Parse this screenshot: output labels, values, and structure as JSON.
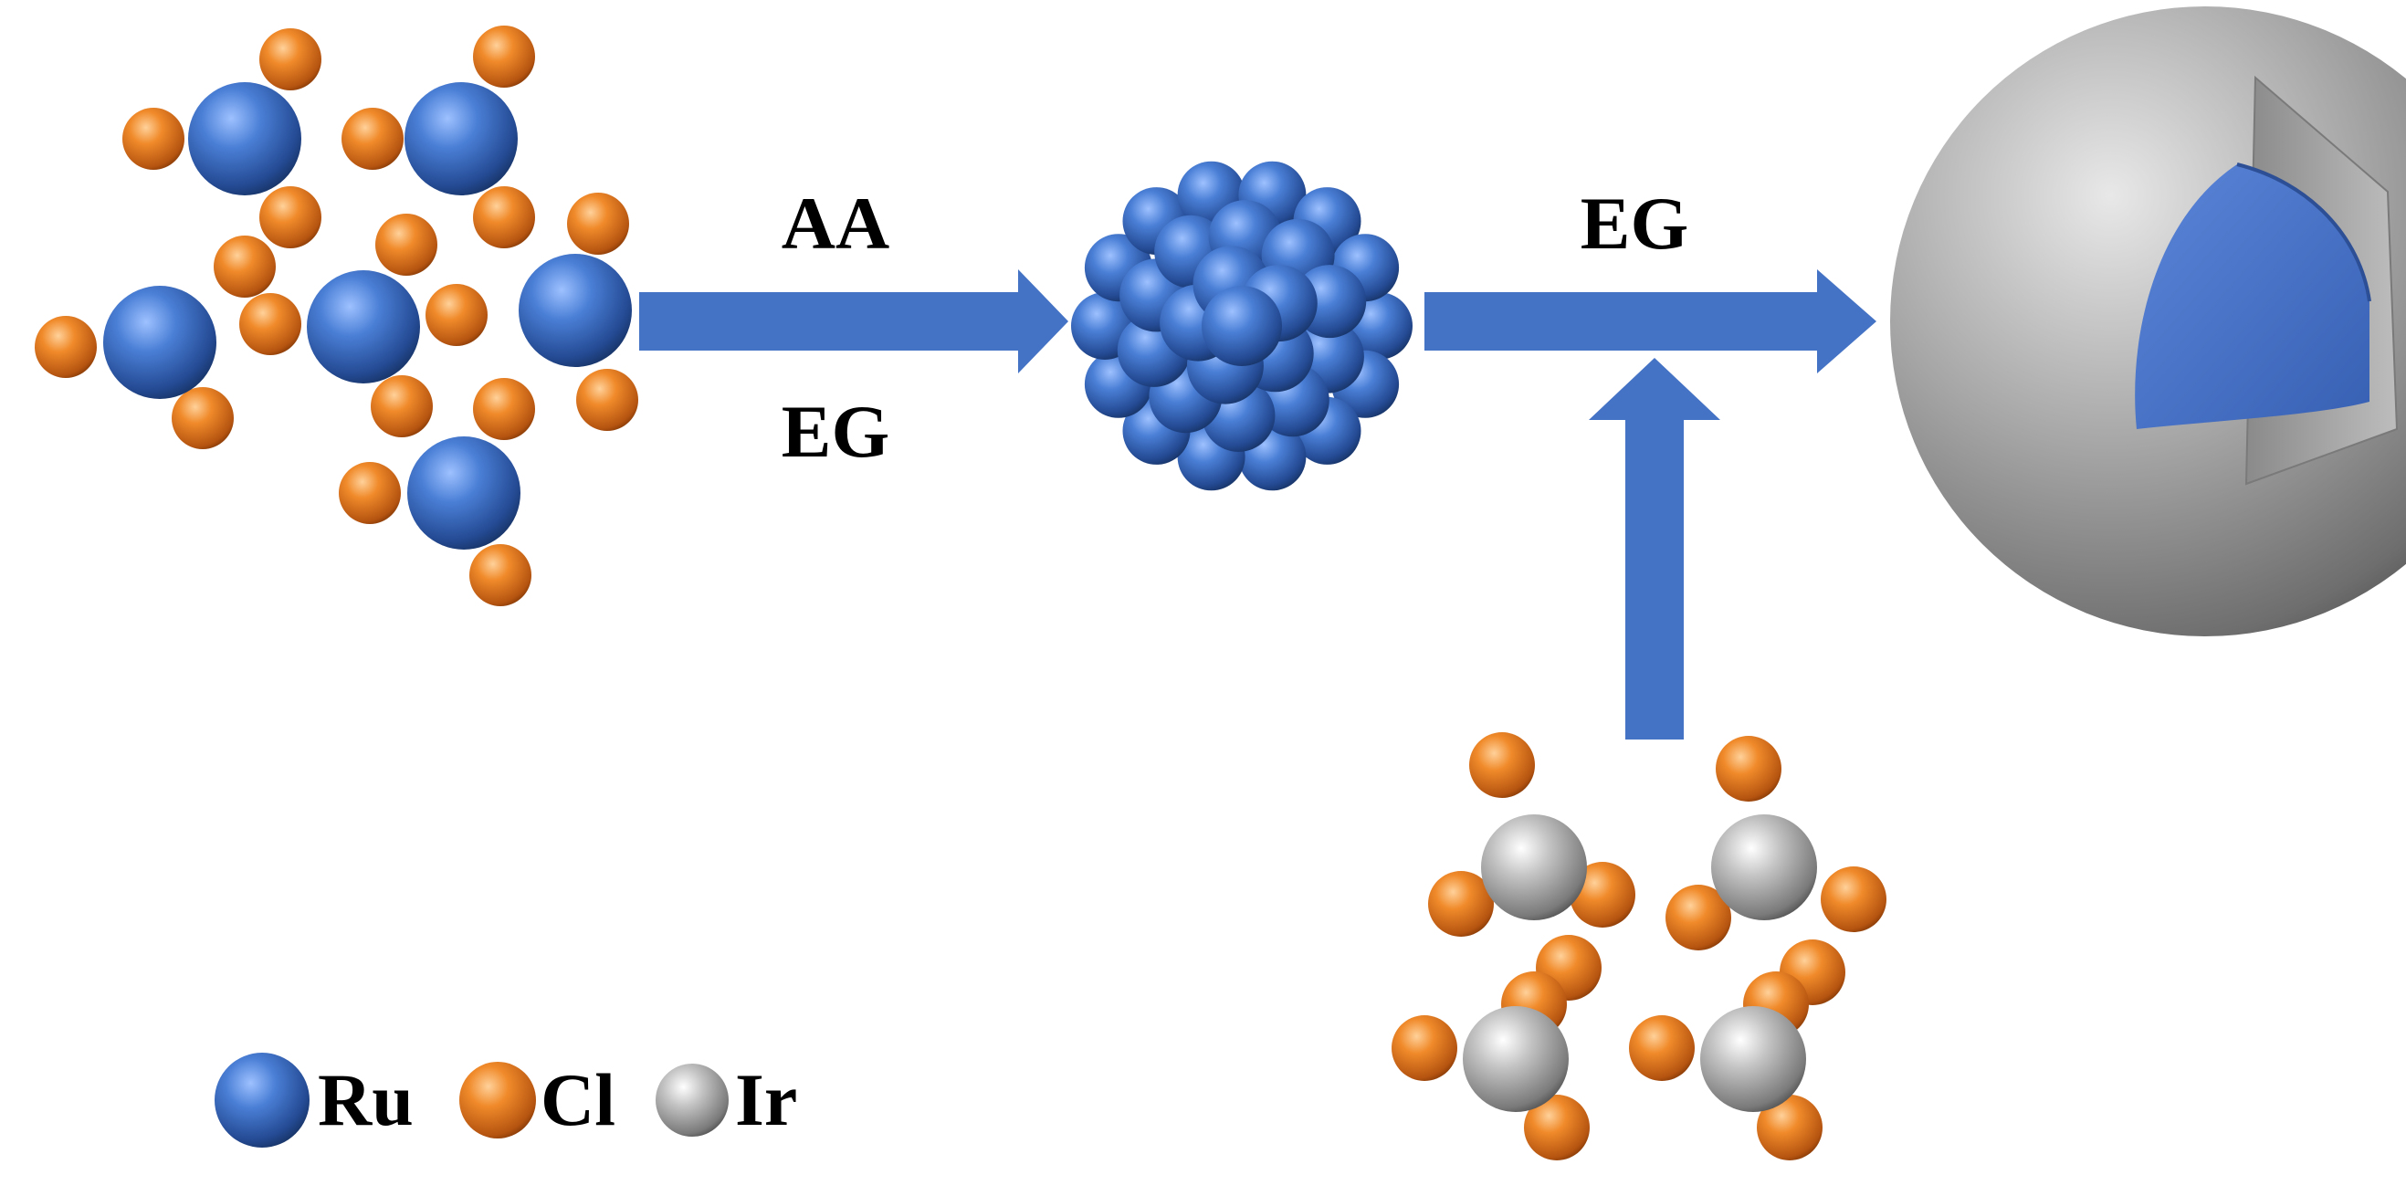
{
  "labels": {
    "step1_top": "AA",
    "step1_bottom": "EG",
    "step2_top": "EG"
  },
  "legend": {
    "ru": "Ru",
    "cl": "Cl",
    "ir": "Ir"
  },
  "colors": {
    "ru": "#3a64b8",
    "cl": "#e07a1c",
    "ir": "#a8a8a8",
    "arrow": "#4472c4",
    "shell": "#9a9a9a",
    "core": "#4a72c8"
  }
}
